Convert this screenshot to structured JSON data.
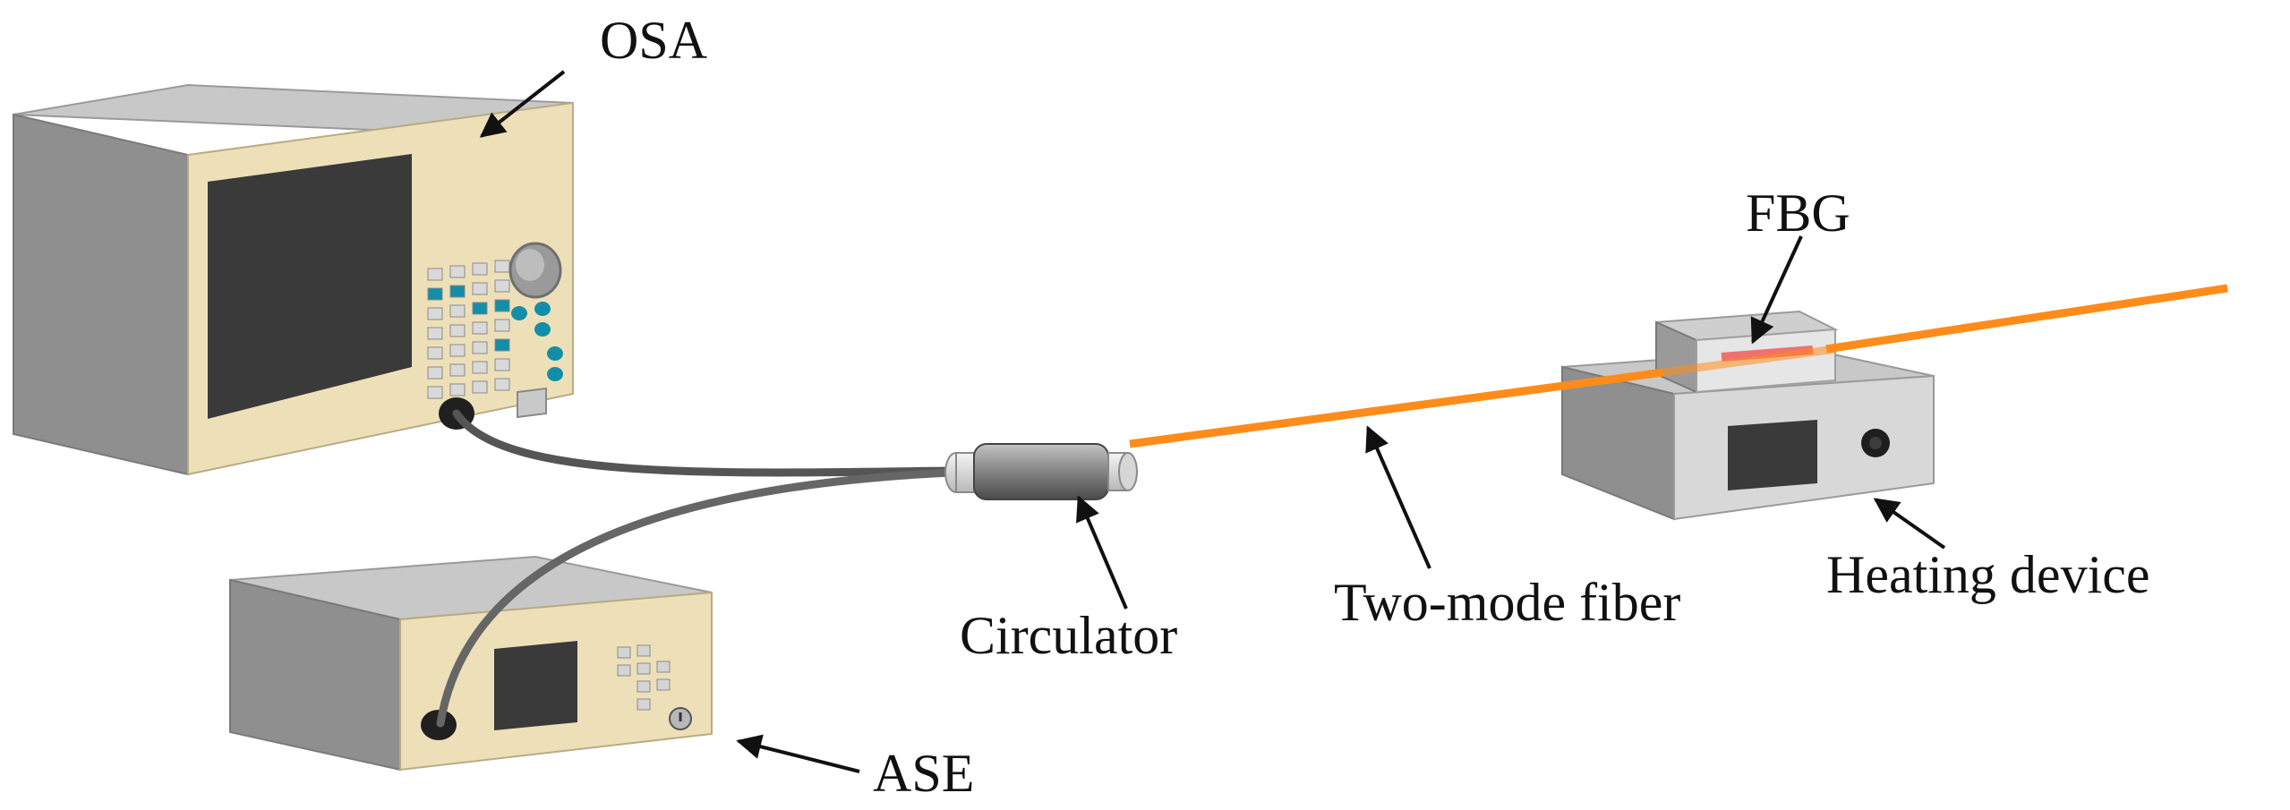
{
  "labels": {
    "osa": "OSA",
    "ase": "ASE",
    "circulator": "Circulator",
    "two_mode_fiber": "Two-mode fiber",
    "fbg": "FBG",
    "heating_device": "Heating device"
  },
  "colors": {
    "device_top": "#c8c8c8",
    "device_side": "#8f8f8f",
    "device_front": "#ede0b8",
    "screen": "#3a3a3a",
    "button": "#d9d9d9",
    "teal_button": "#138ea8",
    "fiber": "#ff8c1a",
    "cable": "#555555",
    "fbg_grating": "#f07070",
    "arrow": "#111111"
  }
}
